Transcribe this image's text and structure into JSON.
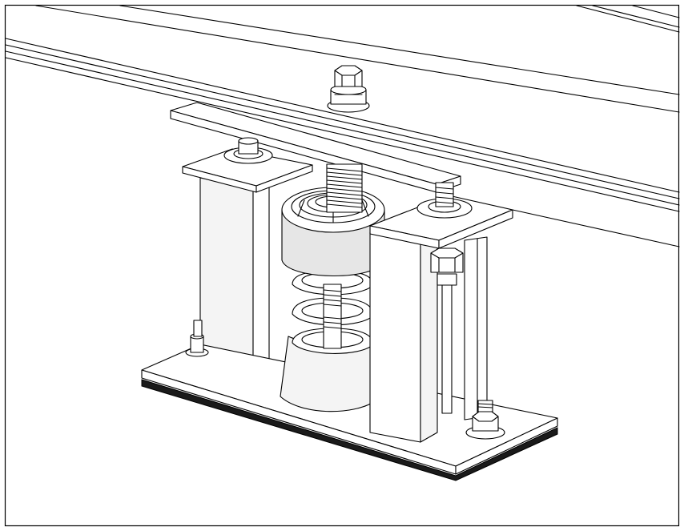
{
  "figure": {
    "subject": "spring-vibration-isolator-hanger",
    "components": [
      "i-beam",
      "top-plate",
      "spring-housing",
      "spring",
      "side-bracket",
      "base-plate",
      "rubber-pad",
      "hex-bolt",
      "hex-nut",
      "washer"
    ]
  },
  "colors": {
    "stroke": "#000000",
    "background": "#ffffff",
    "pad": "#1a1a1a",
    "shade": "#e6e6e6"
  }
}
